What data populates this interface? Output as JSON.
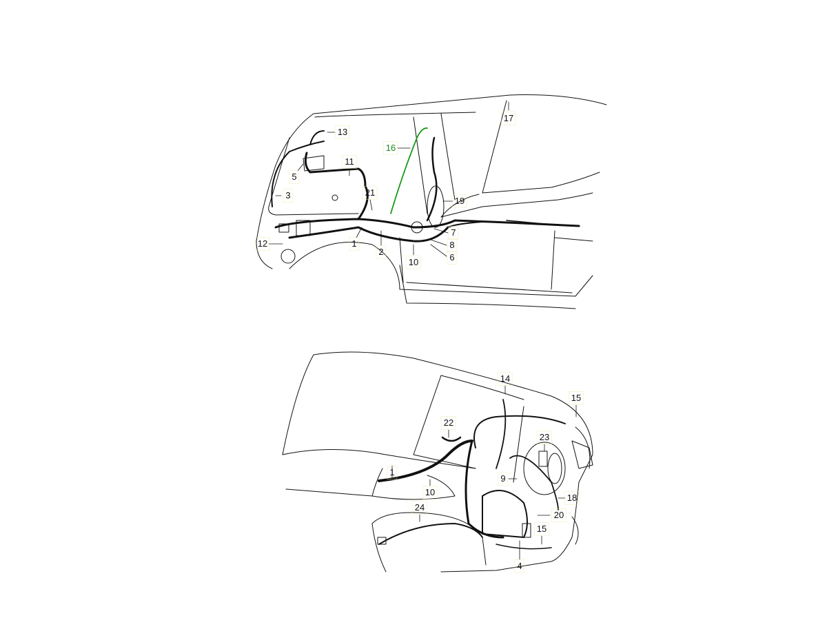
{
  "diagram": {
    "top_view": {
      "callouts": [
        "13",
        "16",
        "17",
        "11",
        "5",
        "21",
        "3",
        "19",
        "12",
        "7",
        "1",
        "2",
        "8",
        "6",
        "10"
      ],
      "highlighted": "16",
      "highlight_color": "#1a9a1a"
    },
    "bottom_view": {
      "callouts": [
        "14",
        "15",
        "22",
        "23",
        "9",
        "1",
        "10",
        "18",
        "24",
        "20",
        "15",
        "4"
      ]
    }
  }
}
